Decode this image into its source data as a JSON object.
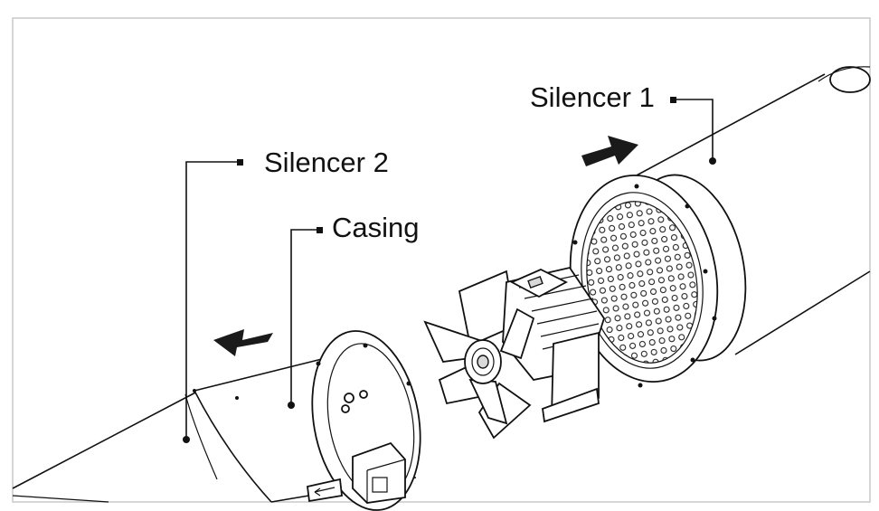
{
  "labels": {
    "silencer_1": "Silencer 1",
    "silencer_2": "Silencer 2",
    "casing": "Casing"
  },
  "colors": {
    "line": "#111111",
    "arrow": "#1a1a1a",
    "background": "#ffffff",
    "frame": "#c8c8c8"
  },
  "icons": [
    "airflow-arrow-icon",
    "fan-blade-icon",
    "motor-icon"
  ]
}
